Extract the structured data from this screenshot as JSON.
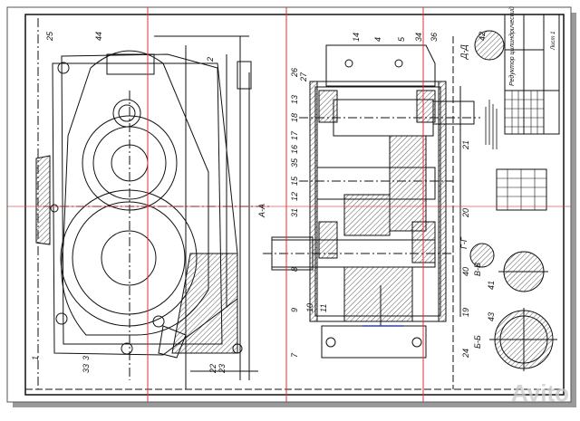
{
  "drawing": {
    "title": "Редуктор цилиндрический",
    "sheet_no": "Лист 1",
    "section_labels": [
      "А-А",
      "Б-Б",
      "В-В",
      "Г-Г",
      "Д-Д"
    ],
    "position_numbers": [
      "25",
      "44",
      "2",
      "14",
      "4",
      "5",
      "34",
      "36",
      "26",
      "13",
      "18",
      "17",
      "16",
      "35",
      "15",
      "12",
      "31",
      "20",
      "21",
      "19",
      "24",
      "1",
      "3",
      "22",
      "23",
      "33",
      "7",
      "9",
      "8",
      "10",
      "11",
      "40",
      "41",
      "42",
      "43",
      "27"
    ],
    "watermark": "Avito"
  },
  "colors": {
    "lines": "#111111",
    "guides": "#e03030",
    "frame_shadow": "#9a9a9a",
    "accent_blue": "#2a3bd0"
  }
}
